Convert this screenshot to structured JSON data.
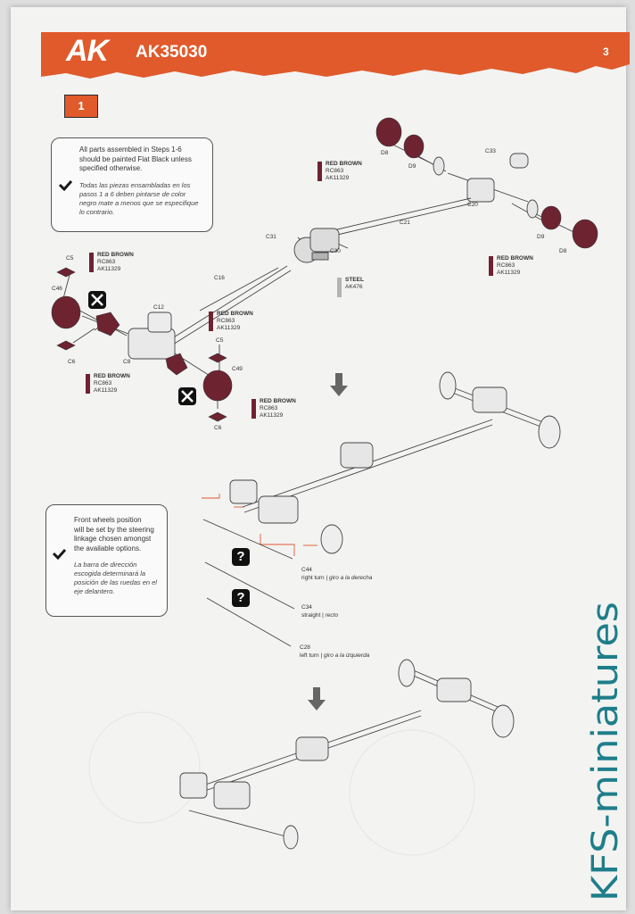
{
  "header": {
    "logo": "AK",
    "code": "AK35030",
    "page_number": "3",
    "color": "#e05a2b"
  },
  "step": {
    "number": "1"
  },
  "notes": {
    "paint": {
      "english": [
        "All parts assembled in Steps 1-6",
        "should be painted Flat Black unless",
        "specified otherwise."
      ],
      "spanish": [
        "Todas las piezas ensambladas en los",
        "pasos 1 a 6 deben pintarse de color",
        "negro mate a menos que se especifique",
        "lo contrario."
      ]
    },
    "wheels": {
      "english": [
        "Front wheels position",
        "will be set by the steering",
        "linkage chosen amongst",
        "the available options."
      ],
      "spanish": [
        "La barra de dirección",
        "escogida determinará la",
        "posición de las ruedas en el",
        "eje delantero."
      ]
    }
  },
  "paints": {
    "red_brown": {
      "name": "RED BROWN",
      "code1": "RC863",
      "code2": "AK11329",
      "color": "#6e2330"
    },
    "steel": {
      "name": "STEEL",
      "code1": "AK476",
      "color": "#b3b3b3"
    }
  },
  "parts": {
    "d8_top": "D8",
    "d9_top": "D9",
    "c33": "C33",
    "c20": "C20",
    "c21": "C21",
    "d9_right": "D9",
    "d8_right": "D8",
    "c31": "C31",
    "c30": "C30",
    "c16": "C16",
    "c5_left": "C5",
    "c46": "C46",
    "c6_left": "C6",
    "c12": "C12",
    "c8": "C8",
    "c5_mid": "C5",
    "c49": "C49",
    "c6_mid": "C6"
  },
  "options": {
    "c44": {
      "part": "C44",
      "en": "right turn |",
      "es": "giro a la derecha"
    },
    "c34": {
      "part": "C34",
      "en": "straight |",
      "es": "recto"
    },
    "c28": {
      "part": "C28",
      "en": "left turn  |",
      "es": "giro a la izquierda"
    }
  },
  "watermark": "KFS-miniatures",
  "colors": {
    "red_part": "#6e2330",
    "line": "#444444",
    "accent_line": "#e05a2b"
  }
}
